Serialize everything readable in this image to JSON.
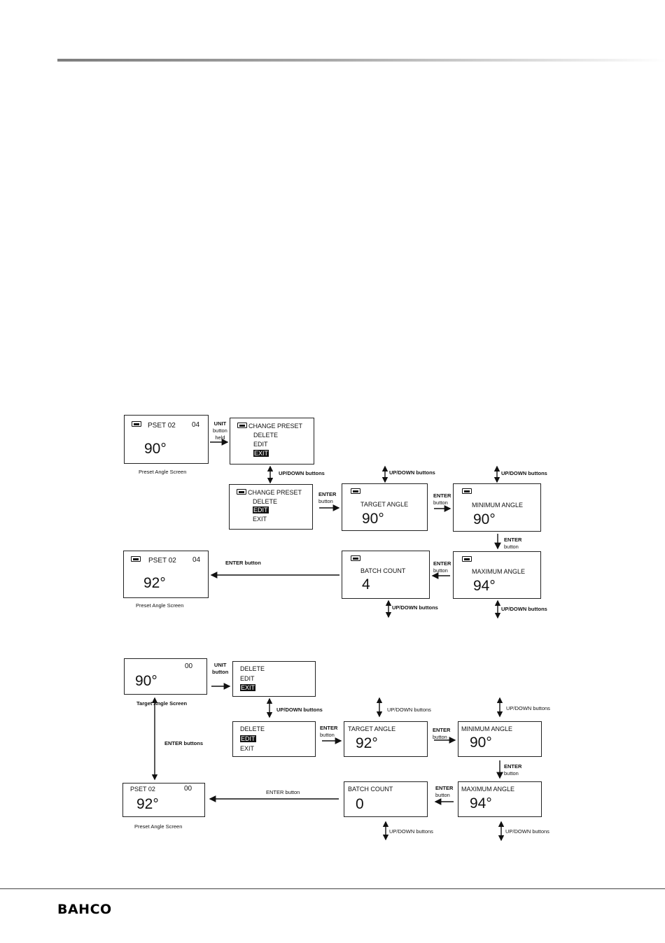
{
  "brand": "BAHCO",
  "diagram1": {
    "pset_box": {
      "title": "PSET 02",
      "count": "04",
      "angle": "90°"
    },
    "pset_caption": "Preset Angle Screen",
    "unit_label": [
      "UNIT",
      "button",
      "held"
    ],
    "menu1": {
      "header": "CHANGE  PRESET",
      "items": [
        "DELETE",
        "EDIT",
        "EXIT"
      ],
      "selected": "EXIT"
    },
    "menu2": {
      "header": "CHANGE  PRESET",
      "items": [
        "DELETE",
        "EDIT",
        "EXIT"
      ],
      "selected": "EDIT"
    },
    "updown_label": "UP/DOWN buttons",
    "enter_label": [
      "ENTER",
      "button"
    ],
    "target": {
      "title": "TARGET ANGLE",
      "value": "90°"
    },
    "minimum": {
      "title": "MINIMUM ANGLE",
      "value": "90°"
    },
    "maximum": {
      "title": "MAXIMUM ANGLE",
      "value": "94°"
    },
    "batch": {
      "title": "BATCH COUNT",
      "value": "4"
    },
    "result": {
      "title": "PSET 02",
      "count": "04",
      "angle": "92°"
    },
    "result_caption": "Preset Angle Screen",
    "enter_button_label": "ENTER button"
  },
  "diagram2": {
    "target_screen": {
      "count": "00",
      "angle": "90°"
    },
    "target_caption": "Target Angle Screen",
    "unit_label": [
      "UNIT",
      "button"
    ],
    "menu1": {
      "items": [
        "DELETE",
        "EDIT",
        "EXIT"
      ],
      "selected": "EXIT"
    },
    "menu2": {
      "items": [
        "DELETE",
        "EDIT",
        "EXIT"
      ],
      "selected": "EDIT"
    },
    "updown_label": "UP/DOWN buttons",
    "enter_label": [
      "ENTER",
      "button"
    ],
    "enter_buttons_label": "ENTER  buttons",
    "target": {
      "title": "TARGET ANGLE",
      "value": "92°"
    },
    "minimum": {
      "title": "MINIMUM ANGLE",
      "value": "90°"
    },
    "maximum": {
      "title": "MAXIMUM ANGLE",
      "value": "94°"
    },
    "batch": {
      "title": "BATCH COUNT",
      "value": "0"
    },
    "result": {
      "title": "PSET 02",
      "count": "00",
      "angle": "92°"
    },
    "result_caption": "Preset Angle Screen",
    "enter_button_label": "ENTER button"
  }
}
